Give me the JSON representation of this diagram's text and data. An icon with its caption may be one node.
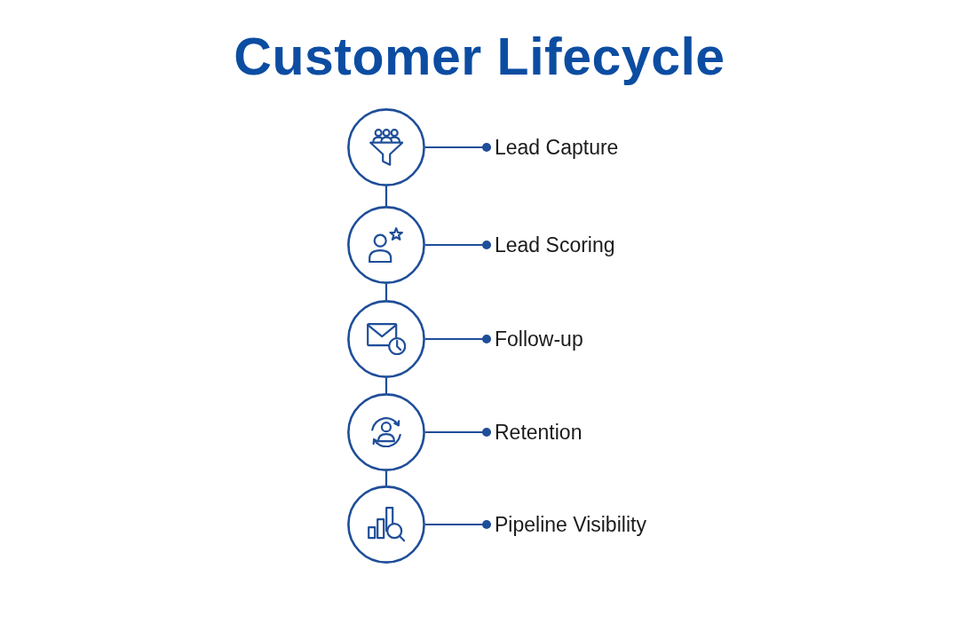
{
  "diagram": {
    "title": "Customer Lifecycle",
    "nodes": [
      {
        "text": [],
        "shape": "circle"
      },
      {
        "text": [
          "Lead Capture"
        ]
      },
      {
        "text": [],
        "shape": "circle"
      },
      {
        "text": [
          "Lead Scoring"
        ]
      },
      {
        "text": [],
        "shape": "circle"
      },
      {
        "text": [
          "Follow-up"
        ]
      },
      {
        "text": [],
        "shape": "circle"
      },
      {
        "text": [
          "Retention"
        ]
      },
      {
        "text": [],
        "shape": "circle"
      },
      {
        "text": [
          "Pipeline Visibility"
        ]
      }
    ],
    "edges": [
      {
        "from": 0,
        "to": 1,
        "arrow": "other"
      },
      {
        "from": 0,
        "to": 2,
        "arrow": "none"
      },
      {
        "from": 2,
        "to": 3,
        "arrow": "other"
      },
      {
        "from": 2,
        "to": 4,
        "arrow": "none"
      },
      {
        "from": 4,
        "to": 5,
        "arrow": "other"
      },
      {
        "from": 4,
        "to": 6,
        "arrow": "none"
      },
      {
        "from": 6,
        "to": 7,
        "arrow": "other"
      },
      {
        "from": 6,
        "to": 8,
        "arrow": "none"
      },
      {
        "from": 8,
        "to": 9,
        "arrow": "other"
      }
    ]
  }
}
